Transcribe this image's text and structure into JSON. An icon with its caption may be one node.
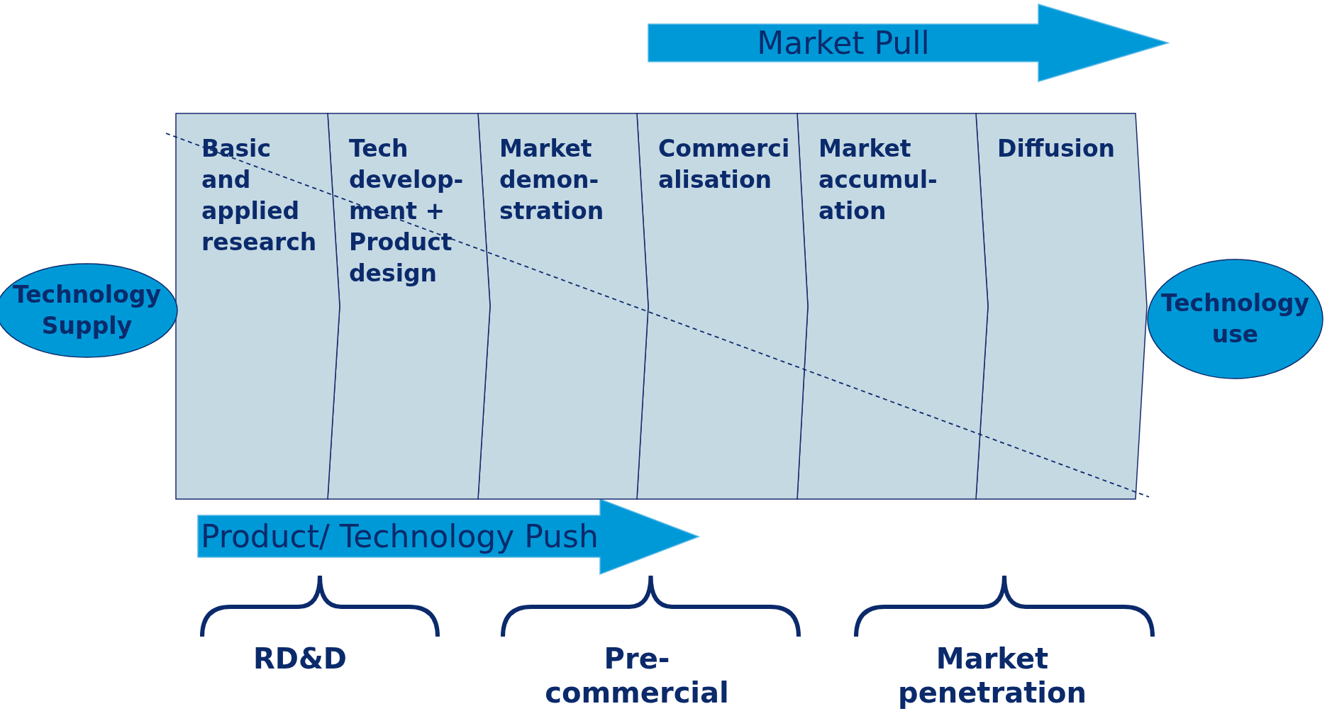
{
  "diagram": {
    "nodes": [
      {
        "text": [
          "Market Pull"
        ]
      },
      {
        "text": [
          "Technology Supply"
        ]
      },
      {
        "text": [
          "Basic and applied research"
        ]
      },
      {
        "text": [
          "Tech develop- ment + Product design"
        ]
      },
      {
        "text": [
          "Market demon- stration"
        ]
      },
      {
        "text": [
          "Commerci alisation"
        ]
      },
      {
        "text": [
          "Market accumul- ation"
        ]
      },
      {
        "text": [
          "Diffusion"
        ]
      },
      {
        "text": [
          "Technology use"
        ]
      },
      {
        "text": [
          "Product/ Technology Push"
        ]
      }
    ],
    "labels": [
      "RD&D",
      "Pre- commercial",
      "Market penetration"
    ]
  }
}
